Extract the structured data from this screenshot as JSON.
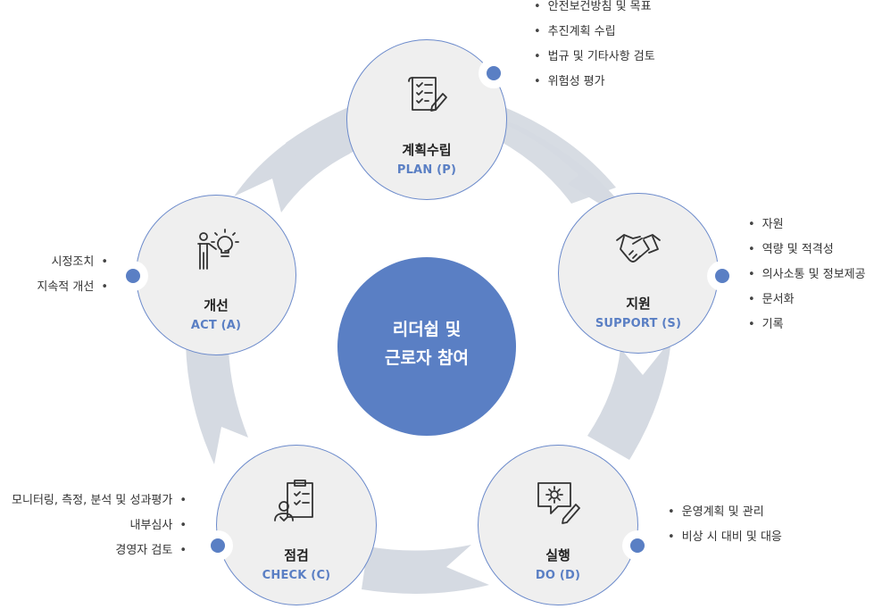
{
  "center": {
    "line1": "리더쉽 및",
    "line2": "근로자 참여",
    "color": "#5a7fc4"
  },
  "accent_color": "#5a7fc4",
  "ring_color": "#d5dae2",
  "nodes": {
    "plan": {
      "title": "계획수립",
      "subtitle": "PLAN (P)",
      "icon": "document-checklist-pen-icon",
      "items": [
        "안전보건방침 및 목표",
        "추진계획 수립",
        "법규 및 기타사항 검토",
        "위험성 평가"
      ]
    },
    "support": {
      "title": "지원",
      "subtitle": "SUPPORT (S)",
      "icon": "handshake-icon",
      "items": [
        "자원",
        "역량 및 적격성",
        "의사소통 및 정보제공",
        "문서화",
        "기록"
      ]
    },
    "do": {
      "title": "실행",
      "subtitle": "DO (D)",
      "icon": "gear-screen-pen-icon",
      "items": [
        "운영계획 및 관리",
        "비상 시 대비 및 대응"
      ]
    },
    "check": {
      "title": "점검",
      "subtitle": "CHECK (C)",
      "icon": "clipboard-person-icon",
      "items": [
        "모니터링, 측정, 분석 및 성과평가",
        "내부심사",
        "경영자 검토"
      ]
    },
    "act": {
      "title": "개선",
      "subtitle": "ACT (A)",
      "icon": "person-lightbulb-icon",
      "items": [
        "시정조치",
        "지속적 개선"
      ]
    }
  }
}
